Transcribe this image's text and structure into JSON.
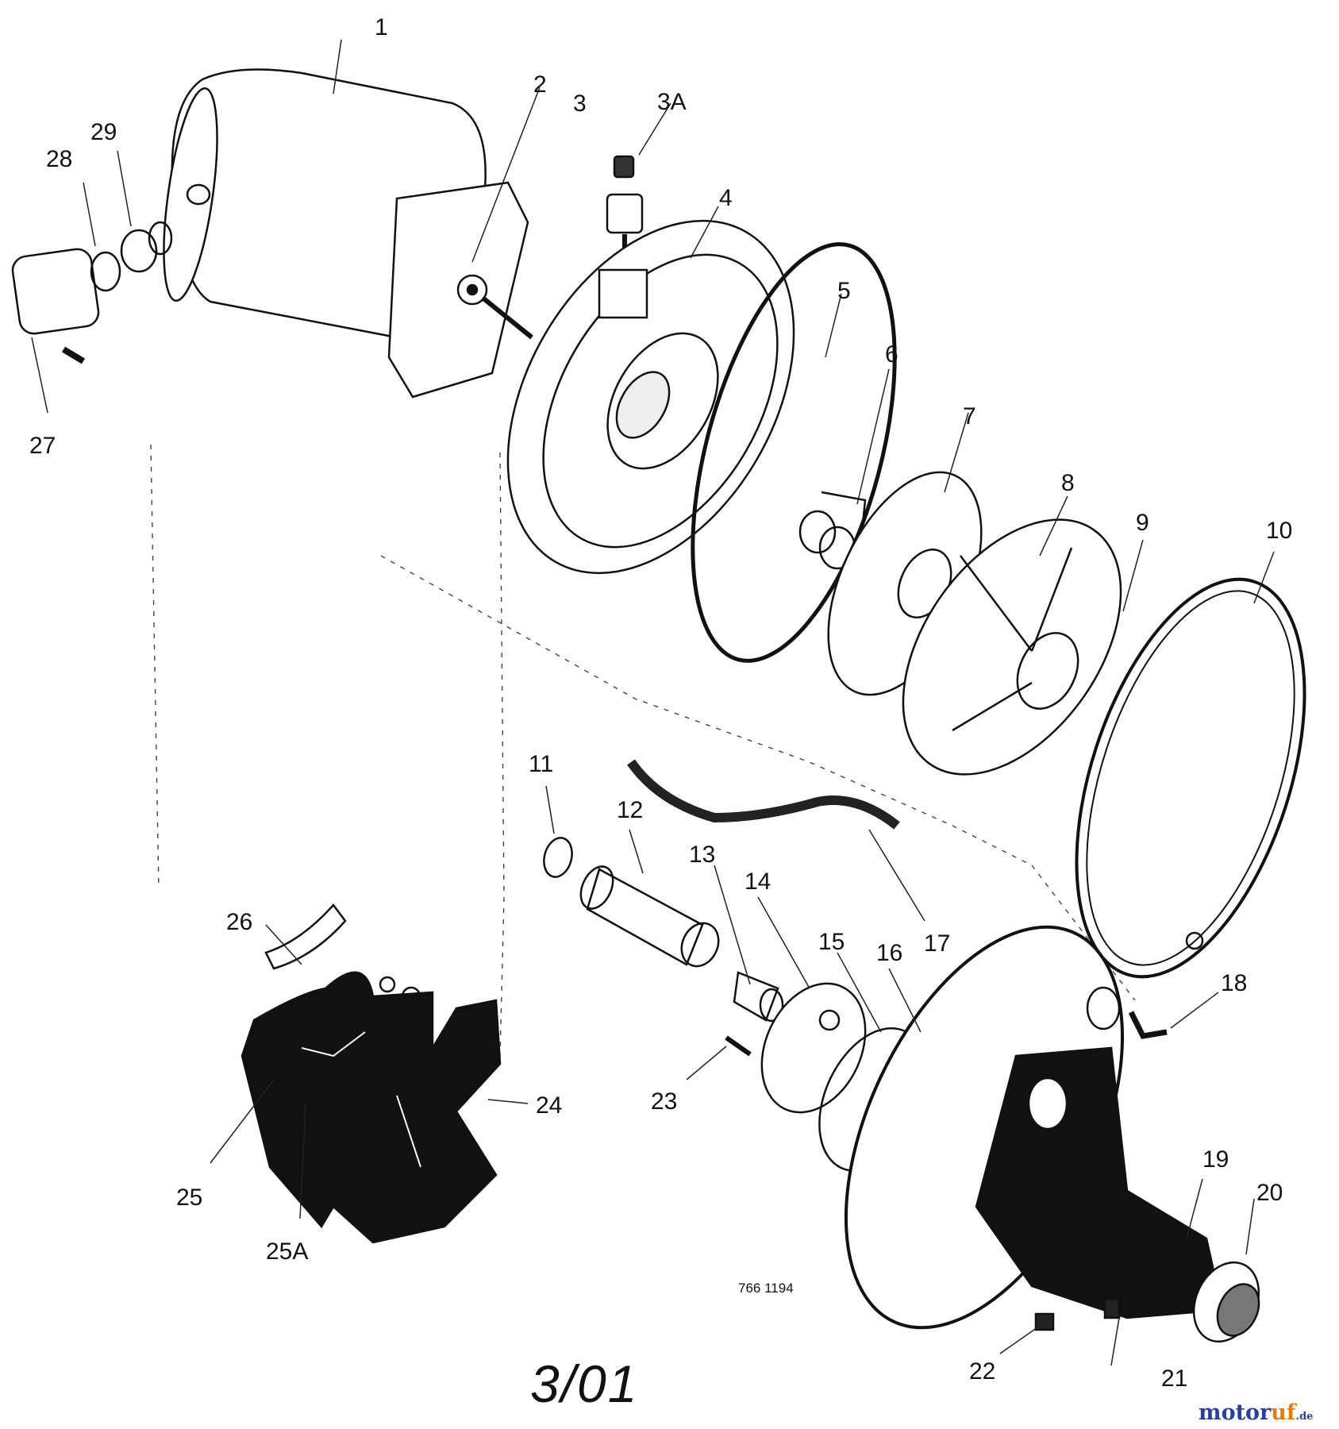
{
  "diagram": {
    "part_labels": [
      "1",
      "2",
      "3",
      "3A",
      "4",
      "5",
      "6",
      "7",
      "8",
      "9",
      "10",
      "11",
      "12",
      "13",
      "14",
      "15",
      "16",
      "17",
      "18",
      "19",
      "20",
      "21",
      "22",
      "23",
      "24",
      "25",
      "25A",
      "26",
      "27",
      "28",
      "29"
    ],
    "drawing_code": "766 1194",
    "date_mark": "3/01",
    "watermark": {
      "main": "motor",
      "accent": "uf",
      "suffix": ".de"
    }
  }
}
